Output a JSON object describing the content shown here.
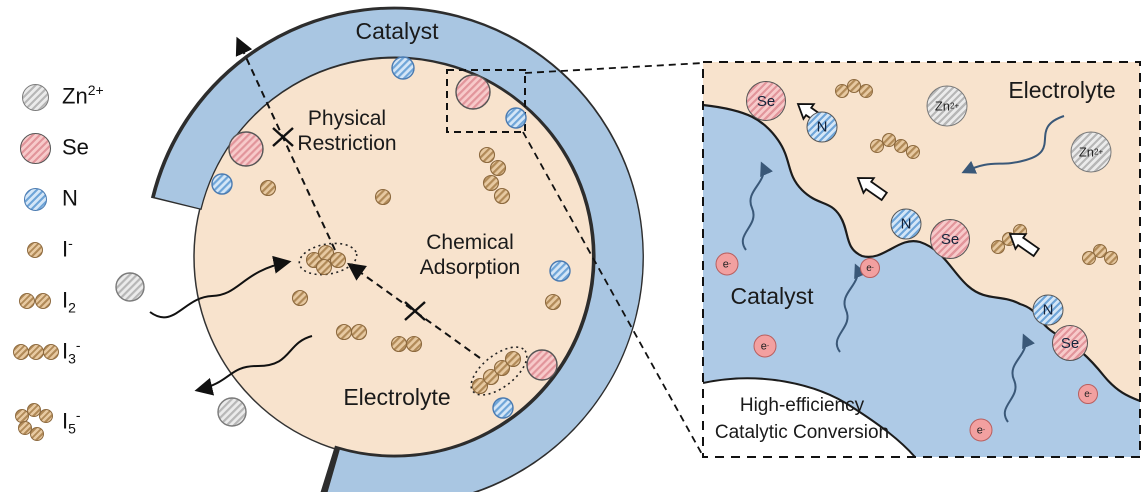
{
  "legend": {
    "items": [
      {
        "name": "zinc-ion",
        "base": "Zn",
        "sup": "2+"
      },
      {
        "name": "selenium",
        "base": "Se"
      },
      {
        "name": "nitrogen",
        "base": "N"
      },
      {
        "name": "iodide",
        "base": "I",
        "sup": "-"
      },
      {
        "name": "iodine",
        "base": "I",
        "sub": "2"
      },
      {
        "name": "triiodide",
        "base": "I",
        "sub": "3",
        "sup": "-"
      },
      {
        "name": "pentaiodide",
        "base": "I",
        "sub": "5",
        "sup": "-"
      }
    ]
  },
  "main": {
    "catalyst_label": "Catalyst",
    "electrolyte_label": "Electrolyte",
    "physical_restriction_line1": "Physical",
    "physical_restriction_line2": "Restriction",
    "chemical_adsorption_line1": "Chemical",
    "chemical_adsorption_line2": "Adsorption"
  },
  "inset": {
    "electrolyte_label": "Electrolyte",
    "catalyst_label": "Catalyst",
    "caption_line1": "High-efficiency",
    "caption_line2": "Catalytic Conversion",
    "se_label": "Se",
    "n_label": "N",
    "zn_base": "Zn",
    "zn_sup": "2+",
    "electron_base": "e",
    "electron_sup": "-"
  },
  "colors": {
    "electrolyte_fill": "#f8e3cd",
    "catalyst_fill": "#a9c6e2",
    "inset_catalyst_fill": "#aecae6",
    "se_fill": "#f7caca",
    "n_fill": "#d4e6f7",
    "zn_fill": "#ebebeb",
    "iodine_fill": "#e7c9a1",
    "electron_fill": "#f2a0a0",
    "arrow_navy": "#3a5878",
    "outline": "#1a1a1a"
  }
}
